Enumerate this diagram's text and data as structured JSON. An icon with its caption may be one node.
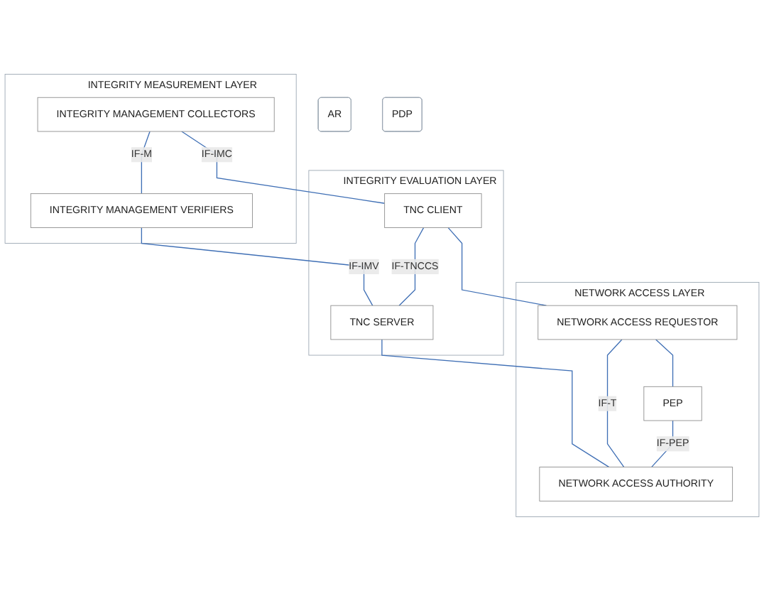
{
  "diagram": {
    "nodes": [
      {
        "text": [
          "AR"
        ]
      },
      {
        "text": [
          "PDP"
        ]
      },
      {
        "text": [
          "INTEGRITY MEASUREMENT LAYER"
        ]
      },
      {
        "text": [
          "INTEGRITY MANAGEMENT COLLECTORS"
        ],
        "in": 2
      },
      {
        "text": [
          "INTEGRITY MANAGEMENT VERIFIERS"
        ],
        "in": 2
      },
      {
        "text": [
          "INTEGRITY EVALUATION LAYER"
        ]
      },
      {
        "text": [
          "TNC CLIENT"
        ],
        "in": 5
      },
      {
        "text": [
          "TNC SERVER"
        ],
        "in": 5
      },
      {
        "text": [
          "NETWORK ACCESS LAYER"
        ]
      },
      {
        "text": [
          "NETWORK ACCESS REQUESTOR"
        ],
        "in": 8
      },
      {
        "text": [
          "PEP"
        ],
        "in": 8
      },
      {
        "text": [
          "NETWORK ACCESS AUTHORITY"
        ],
        "in": 8
      }
    ],
    "edges": [
      {
        "from": 3,
        "to": 4,
        "arrow": "none",
        "label": "IF-M"
      },
      {
        "from": 3,
        "to": 6,
        "arrow": "none",
        "label": "IF-IMC"
      },
      {
        "from": 4,
        "to": 7,
        "arrow": "none",
        "label": "IF-IMV"
      },
      {
        "from": 6,
        "to": 7,
        "arrow": "none",
        "label": "IF-TNCCS"
      },
      {
        "from": 6,
        "to": 9,
        "arrow": "none"
      },
      {
        "from": 7,
        "to": 11,
        "arrow": "none"
      },
      {
        "from": 9,
        "to": 11,
        "arrow": "none",
        "label": "IF-T"
      },
      {
        "from": 9,
        "to": 10,
        "arrow": "none"
      },
      {
        "from": 10,
        "to": 11,
        "arrow": "none",
        "label": "IF-PEP"
      }
    ]
  }
}
